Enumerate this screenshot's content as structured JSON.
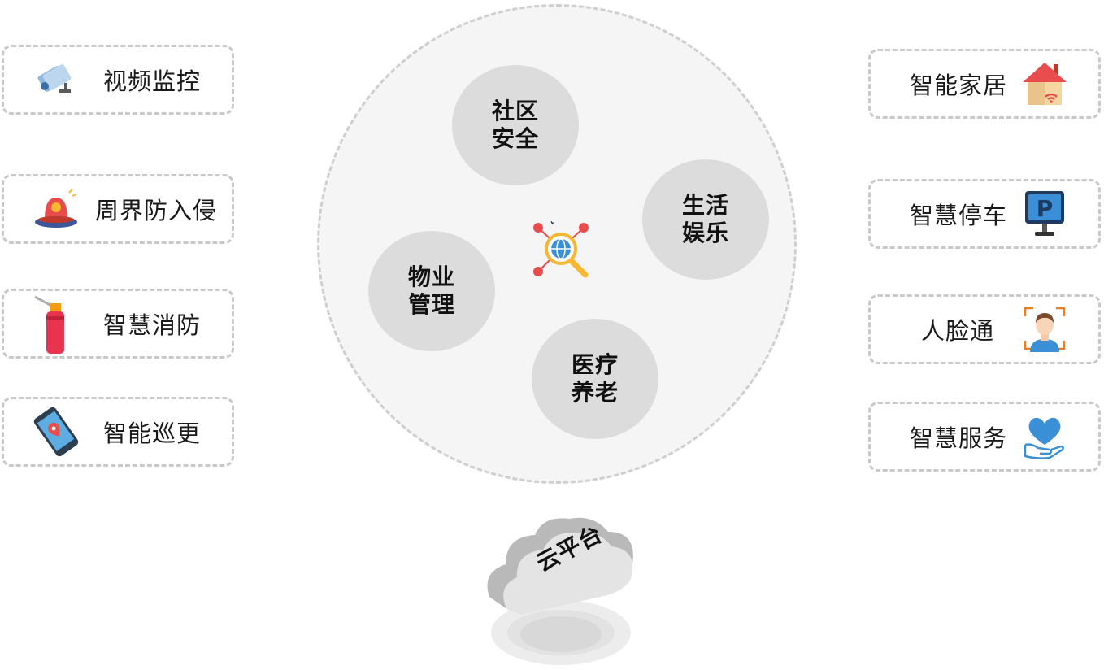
{
  "left_features": [
    {
      "label": "视频监控",
      "icon": "camera-icon"
    },
    {
      "label": "周界防入侵",
      "icon": "alarm-light-icon"
    },
    {
      "label": "智慧消防",
      "icon": "fire-extinguisher-icon"
    },
    {
      "label": "智能巡更",
      "icon": "phone-location-icon"
    }
  ],
  "right_features": [
    {
      "label": "智能家居",
      "icon": "house-wifi-icon"
    },
    {
      "label": "智慧停车",
      "icon": "parking-sign-icon"
    },
    {
      "label": "人脸通",
      "icon": "face-recognition-icon"
    },
    {
      "label": "智慧服务",
      "icon": "heart-hand-icon"
    }
  ],
  "core": {
    "community_safety": [
      "社区",
      "安全"
    ],
    "life_entertainment": [
      "生活",
      "娱乐"
    ],
    "property_management": [
      "物业",
      "管理"
    ],
    "medical_elderly": [
      "医疗",
      "养老"
    ]
  },
  "cloud": {
    "label": "云平台"
  },
  "colors": {
    "circle_fill": "#f5f5f5",
    "bubble_fill": "#dcdcdc",
    "dash_border": "#c9c9c9",
    "accent_red": "#e84c4c",
    "accent_blue": "#3a8fd6"
  }
}
